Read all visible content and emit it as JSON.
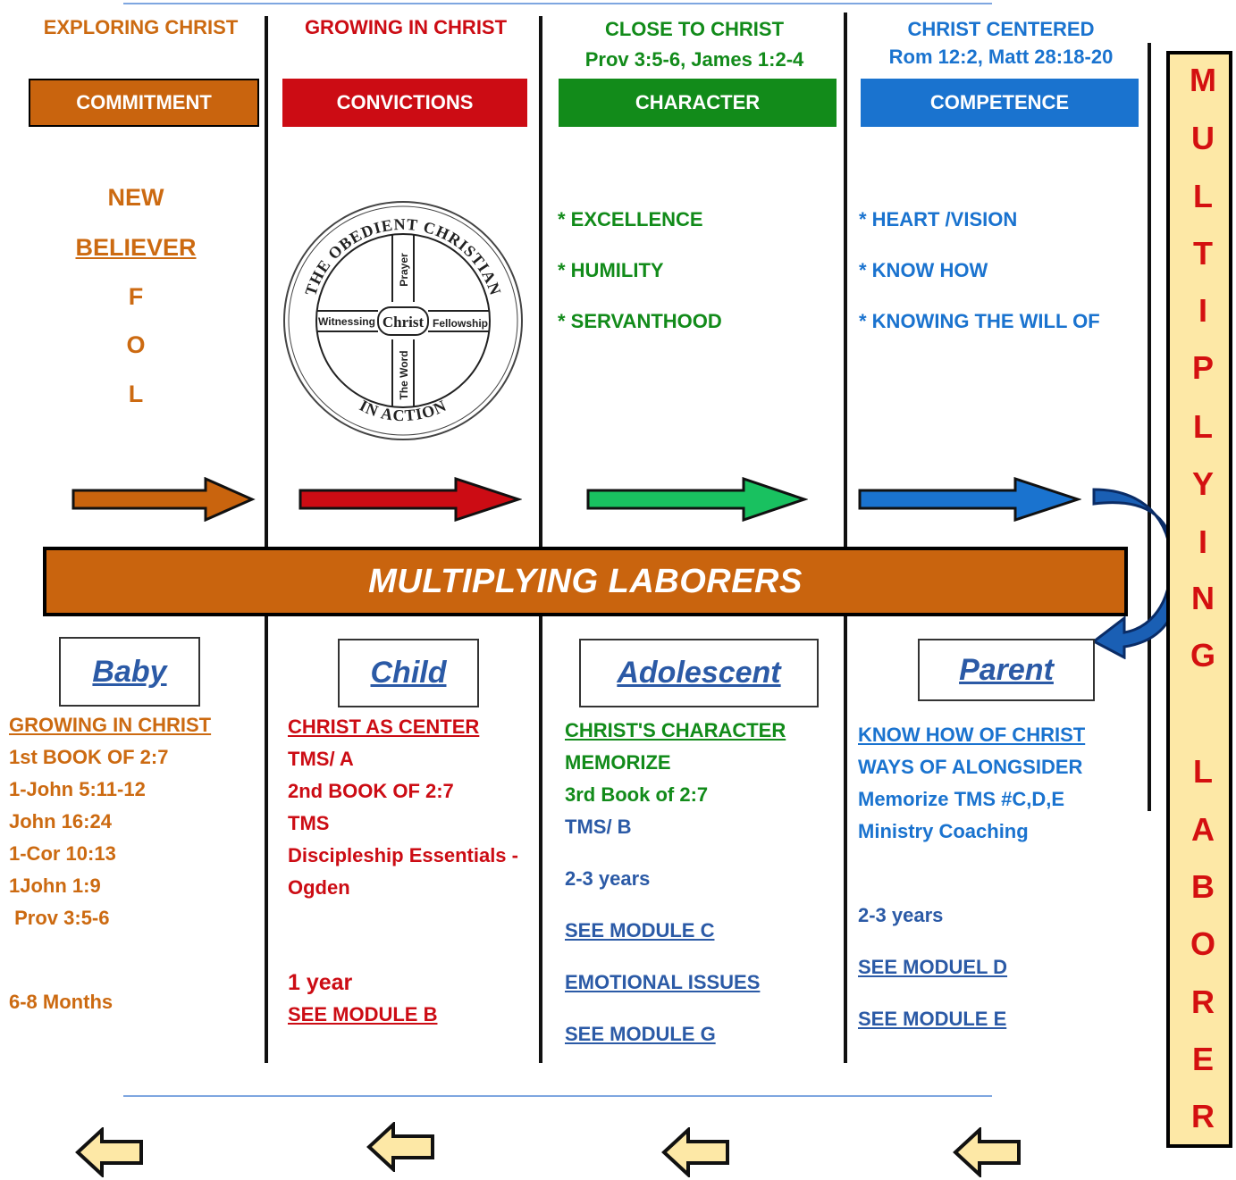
{
  "columns": [
    {
      "heading": [
        "EXPLORING CHRIST"
      ],
      "banner": "COMMITMENT",
      "stage": "Baby"
    },
    {
      "heading": [
        "GROWING IN CHRIST"
      ],
      "banner": "CONVICTIONS",
      "stage": "Child"
    },
    {
      "heading": [
        "CLOSE TO CHRIST",
        "Prov 3:5-6, James 1:2-4"
      ],
      "banner": "CHARACTER",
      "stage": "Adolescent"
    },
    {
      "heading": [
        "CHRIST CENTERED",
        "Rom 12:2, Matt 28:18-20"
      ],
      "banner": "COMPETENCE",
      "stage": "Parent"
    }
  ],
  "new_believer": {
    "line1": "NEW",
    "line2": "BELIEVER",
    "letters": [
      "F",
      "O",
      "L"
    ]
  },
  "wheel": {
    "top_text": "THE OBEDIENT CHRISTIAN",
    "bottom_text": "IN ACTION",
    "center": "Christ",
    "spokes": {
      "top": "Prayer",
      "bottom": "The Word",
      "left": "Witnessing",
      "right": "Fellowship"
    }
  },
  "character_traits": [
    "* EXCELLENCE",
    "* HUMILITY",
    "* SERVANTHOOD"
  ],
  "competence_traits": [
    "* HEART /VISION",
    "* KNOW HOW",
    "* KNOWING THE WILL OF"
  ],
  "main_banner": "MULTIPLYING LABORERS",
  "side_banner_letters": [
    "M",
    "U",
    "L",
    "T",
    "I",
    "P",
    "L",
    "Y",
    "I",
    "N",
    "G",
    "",
    "L",
    "A",
    "B",
    "O",
    "R",
    "E",
    "R"
  ],
  "baby_list": [
    "GROWING IN CHRIST",
    "1st BOOK OF 2:7",
    "1-John 5:11-12",
    "John 16:24",
    "1-Cor 10:13",
    "1John 1:9",
    " Prov 3:5-6",
    "",
    "6-8 Months"
  ],
  "child_list": [
    "CHRIST AS CENTER",
    "TMS/ A",
    "2nd BOOK OF 2:7",
    "TMS",
    "Discipleship Essentials -",
    "Ogden",
    "",
    "1 year",
    "SEE MODULE B"
  ],
  "adolescent_list": [
    "CHRIST'S CHARACTER",
    "MEMORIZE",
    "3rd Book of 2:7",
    "TMS/ B",
    "2-3 years",
    "SEE MODULE C",
    "EMOTIONAL ISSUES",
    "SEE MODULE G"
  ],
  "parent_list": [
    "KNOW HOW OF CHRIST",
    "WAYS OF ALONGSIDER",
    "Memorize TMS #C,D,E",
    "Ministry Coaching",
    "2-3 years",
    "SEE MODUEL D",
    "SEE MODULE E"
  ],
  "colors": {
    "orange": "#c9640e",
    "red": "#cc0c14",
    "green": "#128b1a",
    "blue": "#1a73cf",
    "navy": "#2b5aa6",
    "side_fill": "#fde8a6"
  }
}
